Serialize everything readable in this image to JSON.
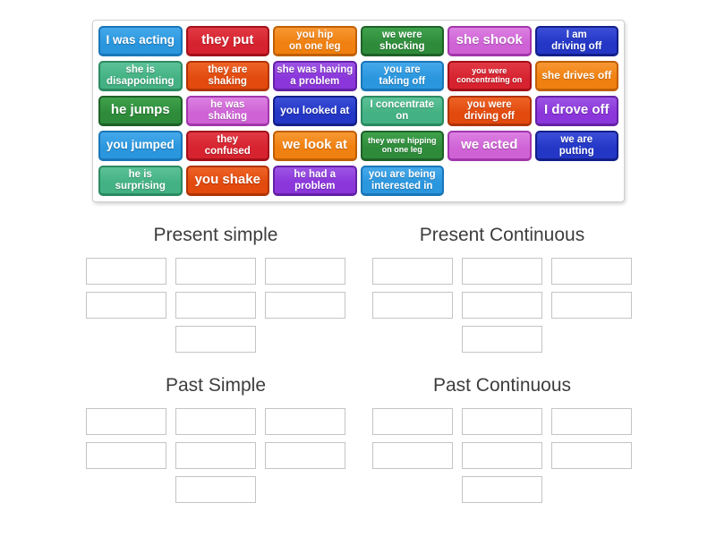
{
  "palette": {
    "blue": {
      "bg": "#2a96de",
      "light": "#45a9ea",
      "dark": "#1a76b8"
    },
    "red": {
      "bg": "#d6232f",
      "light": "#e03a45",
      "dark": "#a31019"
    },
    "orange": {
      "bg": "#f0800f",
      "light": "#f79833",
      "dark": "#c05f03"
    },
    "green": {
      "bg": "#2e8b3a",
      "light": "#3fa24c",
      "dark": "#1e6128"
    },
    "orchid": {
      "bg": "#cf63d6",
      "light": "#dc80e2",
      "dark": "#a236ab"
    },
    "navy": {
      "bg": "#2336c5",
      "light": "#3c4fd8",
      "dark": "#131f8a"
    },
    "seagreen": {
      "bg": "#43b183",
      "light": "#5cc297",
      "dark": "#2b8a61"
    },
    "vermillion": {
      "bg": "#e24a0e",
      "light": "#ee6326",
      "dark": "#b03404"
    },
    "purple": {
      "bg": "#8a36da",
      "light": "#9d55e4",
      "dark": "#6520a6"
    }
  },
  "board": {
    "tiles": [
      {
        "text": "I was acting",
        "color": "blue",
        "size": "lg"
      },
      {
        "text": "they put",
        "color": "red",
        "size": "xl"
      },
      {
        "text": "you hip\non one leg",
        "color": "orange",
        "size": "sm"
      },
      {
        "text": "we were\nshocking",
        "color": "green",
        "size": "sm"
      },
      {
        "text": "she shook",
        "color": "orchid",
        "size": "xl"
      },
      {
        "text": "I am\ndriving off",
        "color": "navy",
        "size": "sm"
      },
      {
        "text": "she is\ndisappointing",
        "color": "seagreen",
        "size": "sm"
      },
      {
        "text": "they are\nshaking",
        "color": "vermillion",
        "size": "sm"
      },
      {
        "text": "she was having\na problem",
        "color": "purple",
        "size": "sm"
      },
      {
        "text": "you are\ntaking off",
        "color": "blue",
        "size": "sm"
      },
      {
        "text": "you were\nconcentrating on",
        "color": "red",
        "size": "xs"
      },
      {
        "text": "she drives off",
        "color": "orange",
        "size": "md"
      },
      {
        "text": "he jumps",
        "color": "green",
        "size": "xl"
      },
      {
        "text": "he was\nshaking",
        "color": "orchid",
        "size": "sm"
      },
      {
        "text": "you looked at",
        "color": "navy",
        "size": "md"
      },
      {
        "text": "I concentrate\non",
        "color": "seagreen",
        "size": "sm"
      },
      {
        "text": "you were\ndriving off",
        "color": "vermillion",
        "size": "sm"
      },
      {
        "text": "I drove off",
        "color": "purple",
        "size": "xl"
      },
      {
        "text": "you jumped",
        "color": "blue",
        "size": "lg"
      },
      {
        "text": "they\nconfused",
        "color": "red",
        "size": "sm"
      },
      {
        "text": "we look at",
        "color": "orange",
        "size": "xl"
      },
      {
        "text": "they were hipping\non one leg",
        "color": "green",
        "size": "xs"
      },
      {
        "text": "we acted",
        "color": "orchid",
        "size": "xl"
      },
      {
        "text": "we are\nputting",
        "color": "navy",
        "size": "sm"
      },
      {
        "text": "he is\nsurprising",
        "color": "seagreen",
        "size": "sm"
      },
      {
        "text": "you shake",
        "color": "vermillion",
        "size": "xl"
      },
      {
        "text": "he had a\nproblem",
        "color": "purple",
        "size": "sm"
      },
      {
        "text": "you are being\ninterested in",
        "color": "blue",
        "size": "sm"
      }
    ]
  },
  "groups": [
    {
      "id": "present-simple",
      "label": "Present simple",
      "slot_count": 7
    },
    {
      "id": "present-continuous",
      "label": "Present Continuous",
      "slot_count": 7
    },
    {
      "id": "past-simple",
      "label": "Past Simple",
      "slot_count": 7
    },
    {
      "id": "past-continuous",
      "label": "Past Continuous",
      "slot_count": 7
    }
  ]
}
